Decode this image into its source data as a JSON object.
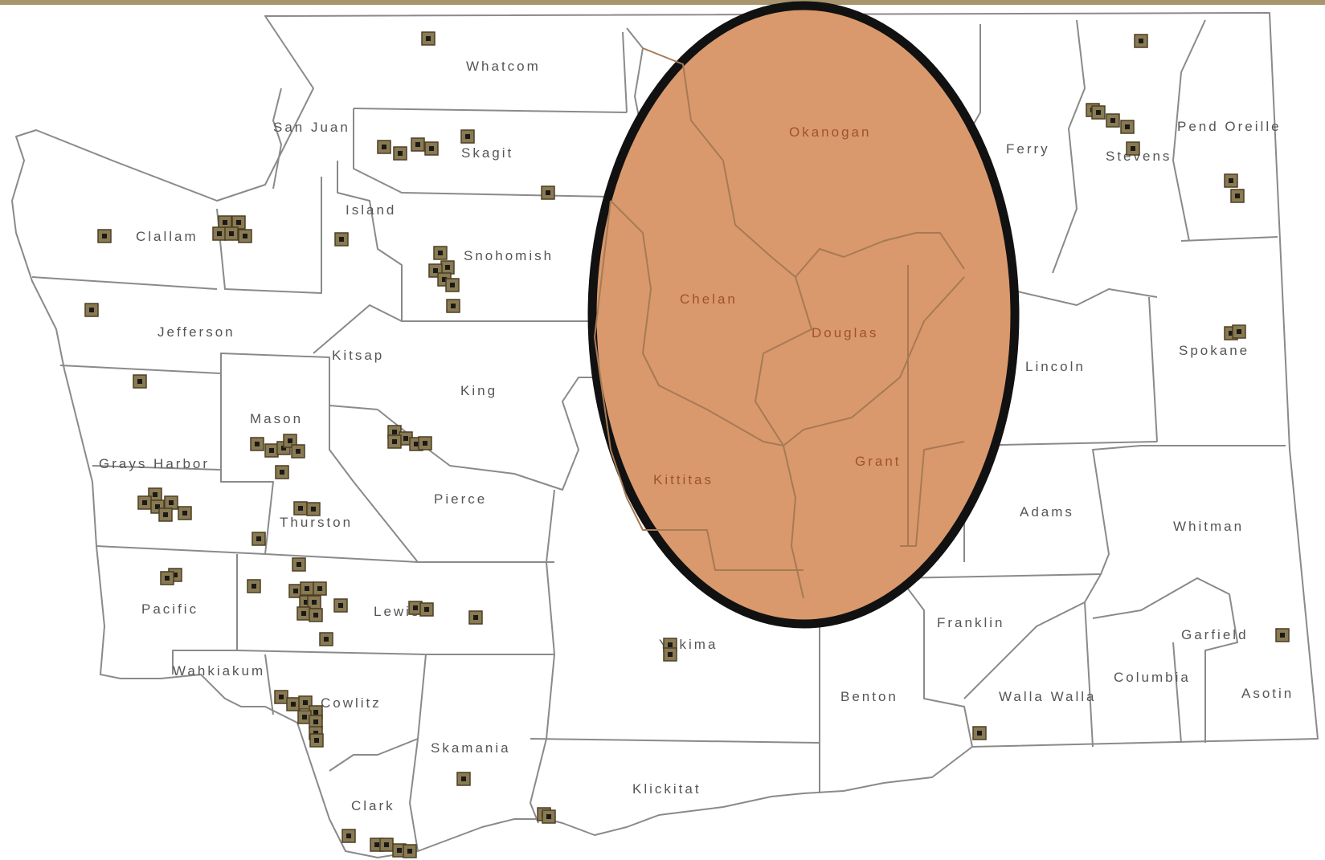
{
  "colors": {
    "top_bar": "#a8956e",
    "county_border": "#8a8a8a",
    "county_fill": "#ffffff",
    "region_fill": "#d9996c",
    "region_stroke": "#111111",
    "marker_fill": "#8a7a52",
    "marker_center": "#1a1a1a",
    "label": "#555555",
    "label_in_region": "#a0522d"
  },
  "marker_icon": "square-site-marker",
  "counties": {
    "whatcom": "Whatcom",
    "san_juan": "San Juan",
    "skagit": "Skagit",
    "island": "Island",
    "clallam": "Clallam",
    "snohomish": "Snohomish",
    "jefferson": "Jefferson",
    "kitsap": "Kitsap",
    "king": "King",
    "mason": "Mason",
    "grays_harbor": "Grays Harbor",
    "pierce": "Pierce",
    "thurston": "Thurston",
    "pacific": "Pacific",
    "lewis": "Lewis",
    "wahkiakum": "Wahkiakum",
    "cowlitz": "Cowlitz",
    "skamania": "Skamania",
    "clark": "Clark",
    "klickitat": "Klickitat",
    "yakima": "Yakima",
    "okanogan": "Okanogan",
    "chelan": "Chelan",
    "douglas": "Douglas",
    "kittitas": "Kittitas",
    "grant": "Grant",
    "ferry": "Ferry",
    "stevens": "Stevens",
    "pend_oreille": "Pend Oreille",
    "lincoln": "Lincoln",
    "spokane": "Spokane",
    "adams": "Adams",
    "whitman": "Whitman",
    "franklin": "Franklin",
    "benton": "Benton",
    "walla_walla": "Walla Walla",
    "columbia": "Columbia",
    "garfield": "Garfield",
    "asotin": "Asotin"
  }
}
